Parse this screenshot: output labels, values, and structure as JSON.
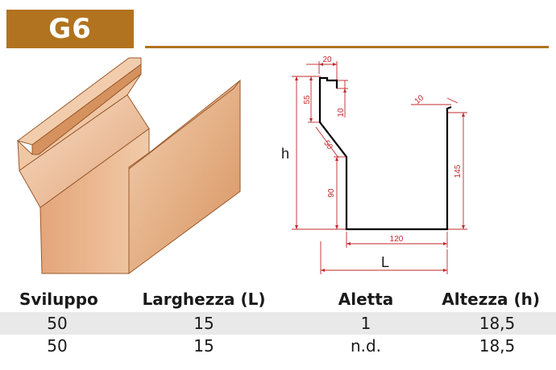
{
  "title": "G6",
  "colors": {
    "accent": "#b1731f",
    "profile_line": "#000000",
    "dimension_line": "#c0282d",
    "metal_light": "#f3d2b6",
    "metal_mid": "#e6ab80",
    "metal_dark": "#c98454",
    "row_shade": "#e9e9e9"
  },
  "diagram": {
    "dims": {
      "d20": "20",
      "d10_top": "10",
      "d55": "55",
      "d50": "50",
      "d90": "90",
      "d10_right": "10",
      "d145": "145",
      "d120": "120",
      "h": "h",
      "L": "L"
    }
  },
  "table": {
    "headers": [
      "Sviluppo",
      "Larghezza (L)",
      "Aletta",
      "Altezza (h)"
    ],
    "rows": [
      [
        "50",
        "15",
        "1",
        "18,5"
      ],
      [
        "50",
        "15",
        "n.d.",
        "18,5"
      ]
    ]
  }
}
